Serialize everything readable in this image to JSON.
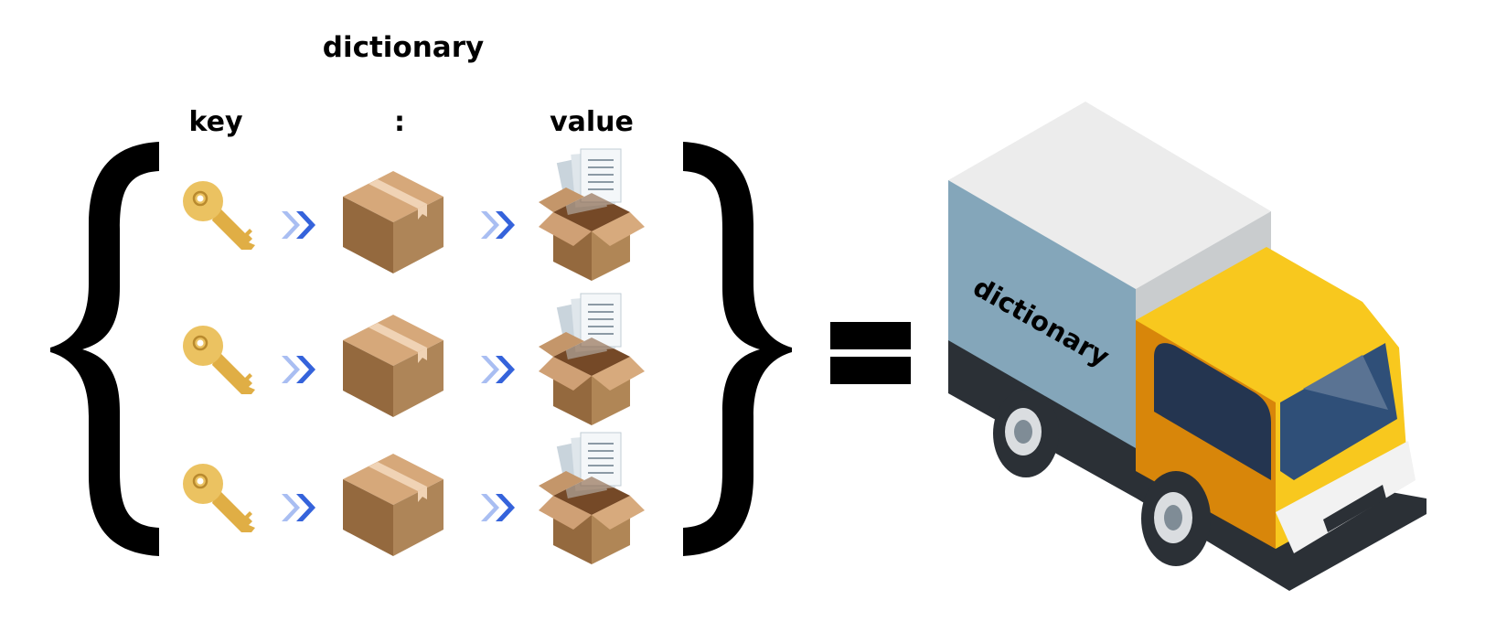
{
  "title": "dictionary",
  "columns": {
    "key": "key",
    "separator": ":",
    "value": "value"
  },
  "equals_sign": "=",
  "truck_label": "dictionary",
  "rows": [
    {
      "key_icon": "key-icon",
      "arrow_icon": "double-chevron-right-icon",
      "box_icon": "closed-box-icon",
      "value_icon": "open-box-with-documents-icon"
    },
    {
      "key_icon": "key-icon",
      "arrow_icon": "double-chevron-right-icon",
      "box_icon": "closed-box-icon",
      "value_icon": "open-box-with-documents-icon"
    },
    {
      "key_icon": "key-icon",
      "arrow_icon": "double-chevron-right-icon",
      "box_icon": "closed-box-icon",
      "value_icon": "open-box-with-documents-icon"
    }
  ],
  "colors": {
    "key": "#EBC261",
    "arrow_light": "#A9BEF2",
    "arrow_dark": "#3563DB",
    "box_top": "#D6A87A",
    "box_left": "#9A7246",
    "box_right": "#B0865A",
    "truck_cab": "#F8C81E",
    "truck_cargo_side": "#84A6BA",
    "truck_cargo_top": "#ECECEC",
    "truck_chassis": "#2B3036"
  }
}
